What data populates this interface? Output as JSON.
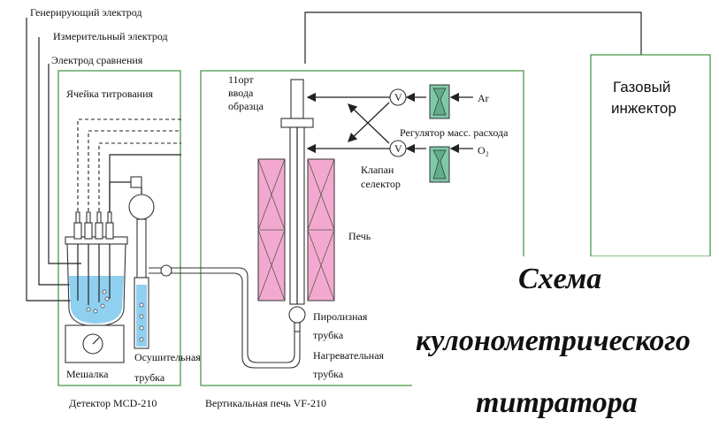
{
  "labels": {
    "gen_electrode": "Генерирующий электрод",
    "meas_electrode": "Измерительный электрод",
    "ref_electrode": "Электрод сравнения",
    "cell": "Ячейка титрования",
    "port_1": "11орт",
    "port_2": "ввода",
    "port_3": "образца",
    "regulator": "Регулятор масс. расхода",
    "valve_1": "Клапан",
    "valve_2": "селектор",
    "furnace": "Печь",
    "pyro_1": "Пиролизная",
    "pyro_2": "трубка",
    "heat_1": "Нагревательная",
    "heat_2": "трубка",
    "stirrer": "Мешалка",
    "dryer_1": "Осушительная",
    "dryer_2": "трубка",
    "detector": "Детектор MCD-210",
    "vfurnace": "Вертикальная печь VF-210",
    "ar": "Ar",
    "o2": "O₂",
    "v": "V",
    "injector_1": "Газовый",
    "injector_2": "инжектор"
  },
  "title": {
    "line1": "Схема",
    "line2": "кулонометрического",
    "line3": "титратора"
  },
  "colors": {
    "box": "#4a9a4a",
    "heater": "#f3a9cf",
    "liquid": "#8fd0f0",
    "mfc": "#7fc8a8"
  }
}
